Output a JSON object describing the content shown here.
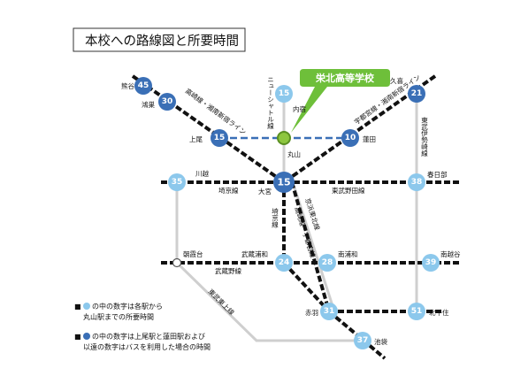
{
  "title": "本校への路線図と所要時間",
  "school": "栄北高等学校",
  "colors": {
    "bus": "#3a6fb6",
    "train": "#8cc8ec",
    "school": "#8dc63f",
    "school_bubble": "#6ebf3a",
    "rail": "#111111",
    "gray_line": "#cfcfcf"
  },
  "stations": {
    "kumagaya": {
      "name": "熊谷",
      "time": "45"
    },
    "konosu": {
      "name": "鴻巣",
      "time": "30"
    },
    "ageo": {
      "name": "上尾",
      "time": "15"
    },
    "naishuku": {
      "name": "内宿",
      "time": "15"
    },
    "maruyama": {
      "name": "丸山"
    },
    "hasuda": {
      "name": "蓮田",
      "time": "10"
    },
    "kuki": {
      "name": "久喜",
      "time": "21"
    },
    "kawagoe": {
      "name": "川越",
      "time": "35"
    },
    "omiya": {
      "name": "大宮",
      "time": "15"
    },
    "kasukabe": {
      "name": "春日部",
      "time": "38"
    },
    "asakadai": {
      "name": "朝霞台"
    },
    "musashiurawa": {
      "name": "武蔵浦和",
      "time": "24"
    },
    "minamiurawa": {
      "name": "南浦和",
      "time": "28"
    },
    "minamikoshigaya": {
      "name": "南越谷",
      "time": "39"
    },
    "akabane": {
      "name": "赤羽",
      "time": "31"
    },
    "kitasenju": {
      "name": "北千住",
      "time": "51"
    },
    "ikebukuro": {
      "name": "池袋",
      "time": "37"
    }
  },
  "lines": {
    "newshuttle": "ニューシャトル線",
    "takasaki": "高崎線・湘南新宿ライン",
    "utsunomiya": "宇都宮線・湘南新宿ライン",
    "isesaki": "東武伊勢崎線",
    "kawagoe_line": "埼京線",
    "noda": "東武野田線",
    "saikyo": "埼京線",
    "keihin": "京浜東北線",
    "takasaki2": "高崎線・宇都宮線",
    "musashino": "武蔵野線",
    "tojo": "東武東上線"
  },
  "legend": {
    "bullet": "■",
    "line1a": "の中の数字は各駅から",
    "line1b": "丸山駅までの所要時間",
    "line2a": "の中の数字は上尾駅と蓮田駅および",
    "line2b": "以遠の数字はバスを利用した場合の時間"
  }
}
